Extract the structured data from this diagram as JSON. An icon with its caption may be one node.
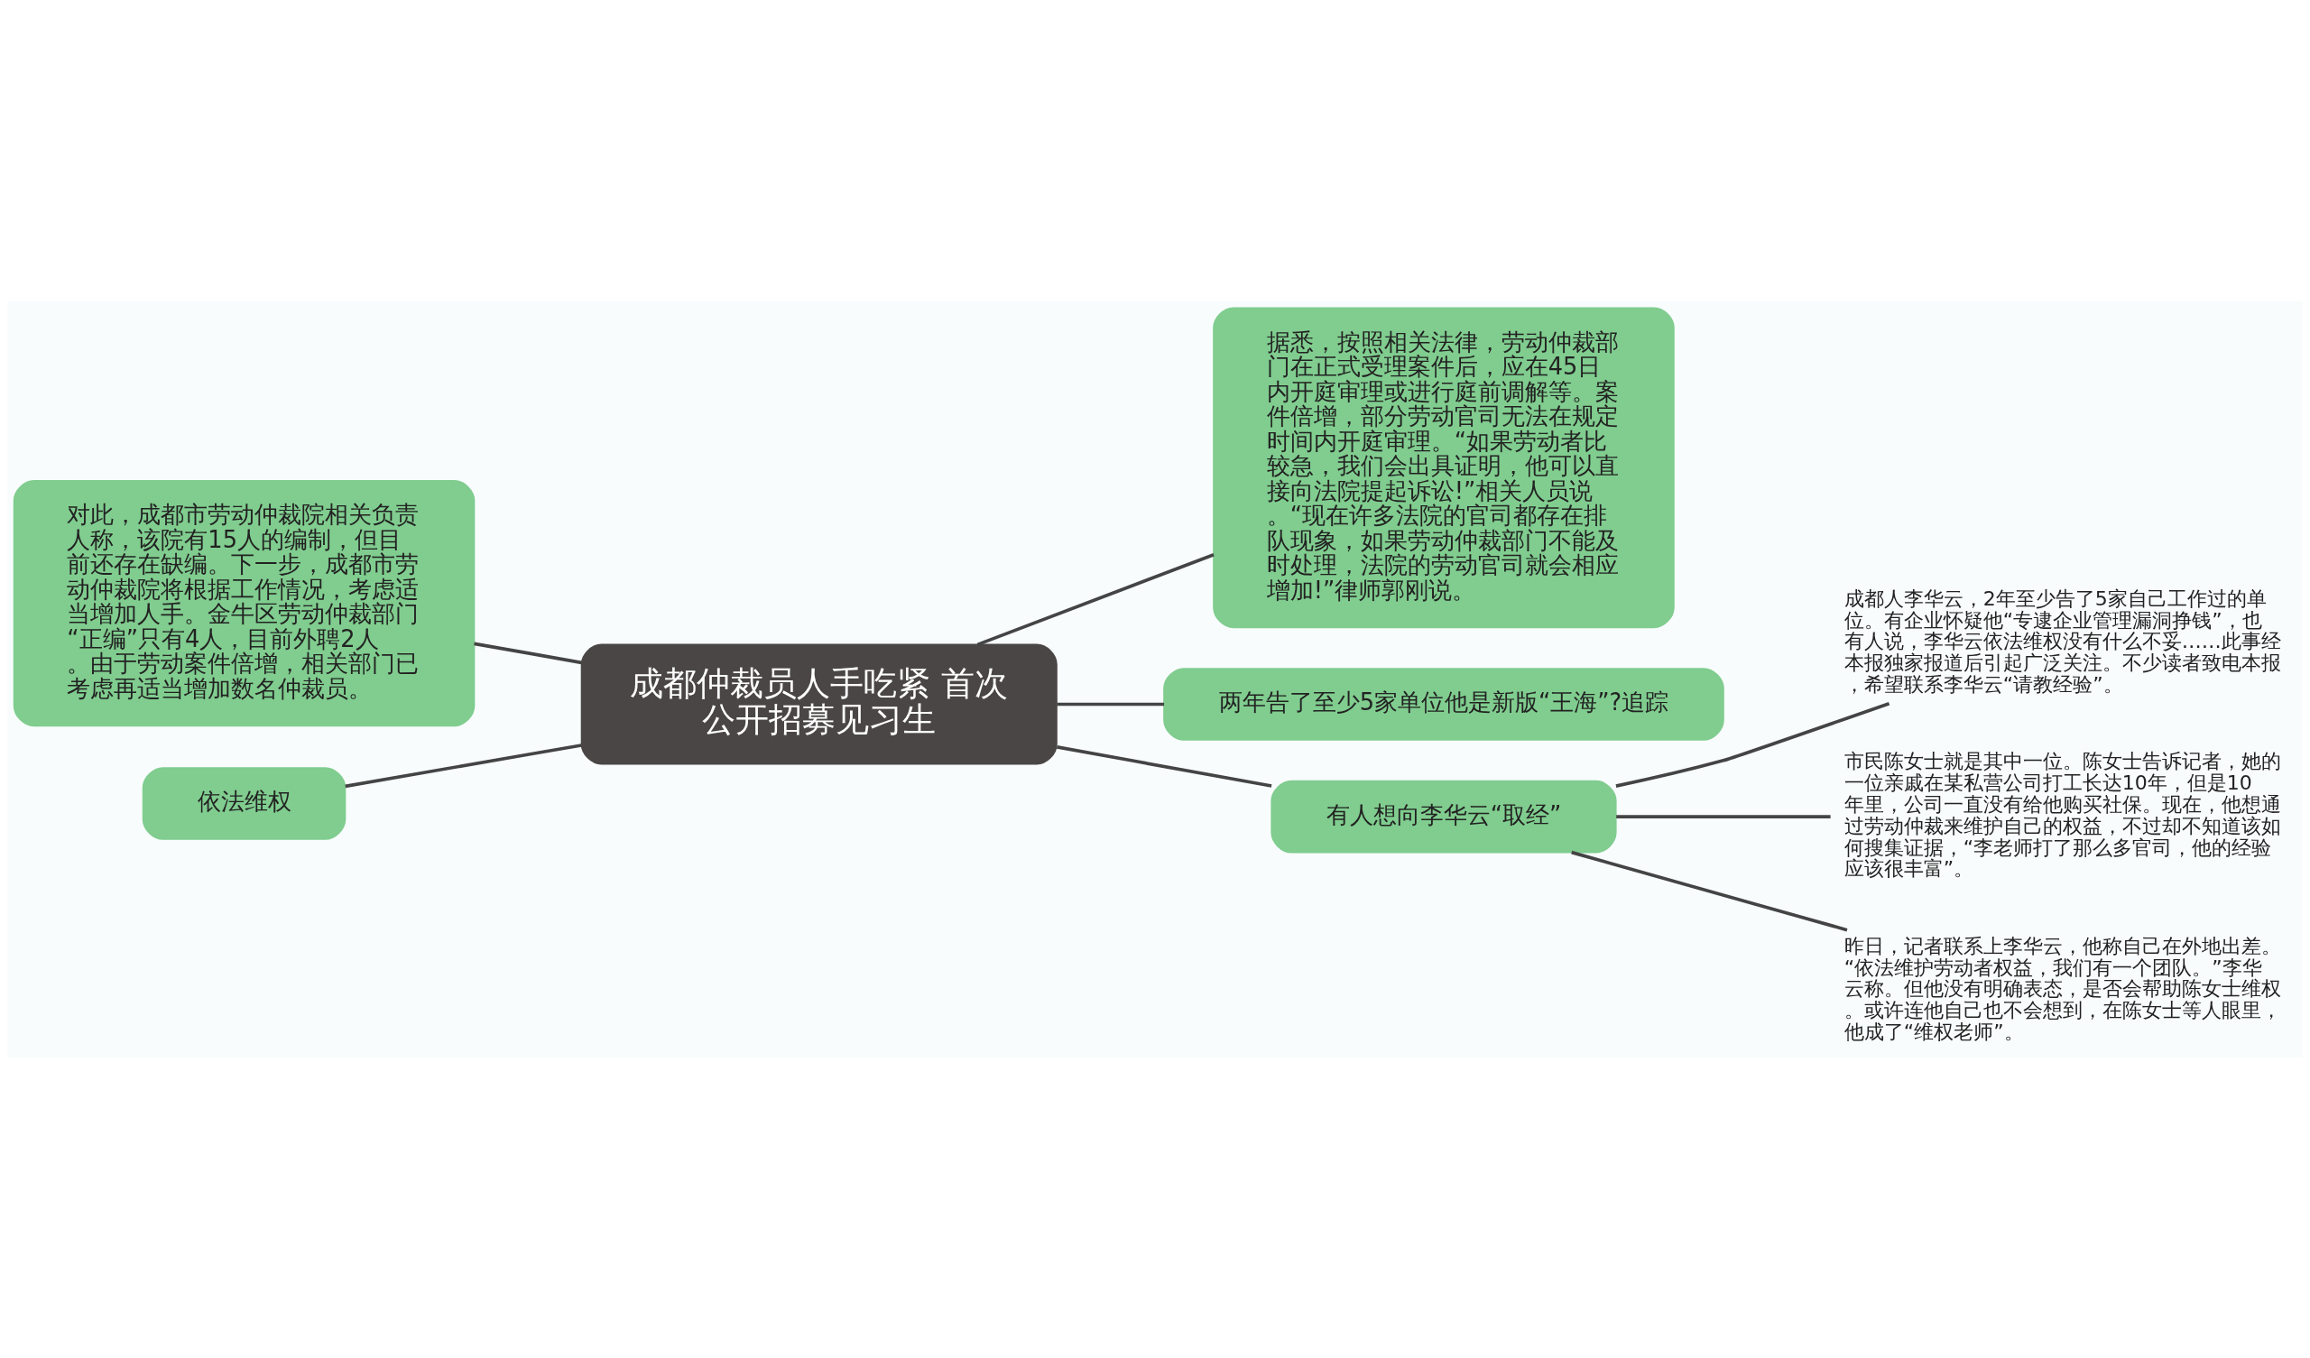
{
  "diagram": {
    "nodes": [
      {
        "text": [
          "成都仲裁员人手吃紧 首次公开招募见习生"
        ]
      },
      {
        "text": [
          "对此，成都市劳动仲裁院相关负责人称，该院有15人的编制，但目前还存在缺编。下一步，成都市劳动仲裁院将根据工作情况，考虑适当增加人手。金牛区劳动仲裁部门“正编”只有4人，目前外聘2人。由于劳动案件倍增，相关部门已考虑再适当增加数名仲裁员。"
        ]
      },
      {
        "text": [
          "依法维权"
        ]
      },
      {
        "text": [
          "据悉，按照相关法律，劳动仲裁部门在正式受理案件后，应在45日内开庭审理或进行庭前调解等。案件倍增，部分劳动官司无法在规定时间内开庭审理。“如果劳动者比较急，我们会出具证明，他可以直接向法院提起诉讼!”相关人员说。“现在许多法院的官司都存在排队现象，如果劳动仲裁部门不能及时处理，法院的劳动官司就会相应增加!”律师郭刚说。"
        ]
      },
      {
        "text": [
          "两年告了至少5家单位他是新版“王海”?追踪"
        ]
      },
      {
        "text": [
          "有人想向李华云“取经”"
        ]
      },
      {
        "text": [
          "成都人李华云，2年至少告了5家自己工作过的单位。有企业怀疑他“专逮企业管理漏洞挣钱”，也有人说，李华云依法维权没有什么不妥……此事经本报独家报道后引起广泛关注。不少读者致电本报，希望联系李华云“请教经验”。"
        ]
      },
      {
        "text": [
          "市民陈女士就是其中一位。陈女士告诉记者，她的一位亲戚在某私营公司打工长达10年，但是10年里，公司一直没有给他购买社保。现在，他想通过劳动仲裁来维护自己的权益，不过却不知道该如何搜集证据，“李老师打了那么多官司，他的经验应该很丰富”。"
        ]
      },
      {
        "text": [
          "昨日，记者联系上李华云，他称自己在外地出差。“依法维护劳动者权益，我们有一个团队。”李华云称。但他没有明确表态，是否会帮助陈女士维权。或许连他自己也不会想到，在陈女士等人眼里，他成了“维权老师”。"
        ]
      }
    ],
    "edges": [
      {
        "from": 0,
        "to": 1,
        "arrow": "none"
      },
      {
        "from": 0,
        "to": 2,
        "arrow": "none"
      },
      {
        "from": 0,
        "to": 3,
        "arrow": "none"
      },
      {
        "from": 0,
        "to": 4,
        "arrow": "none"
      },
      {
        "from": 0,
        "to": 5,
        "arrow": "none"
      },
      {
        "from": 5,
        "to": 6,
        "arrow": "none"
      },
      {
        "from": 5,
        "to": 7,
        "arrow": "none"
      },
      {
        "from": 5,
        "to": 8,
        "arrow": "none"
      }
    ]
  }
}
